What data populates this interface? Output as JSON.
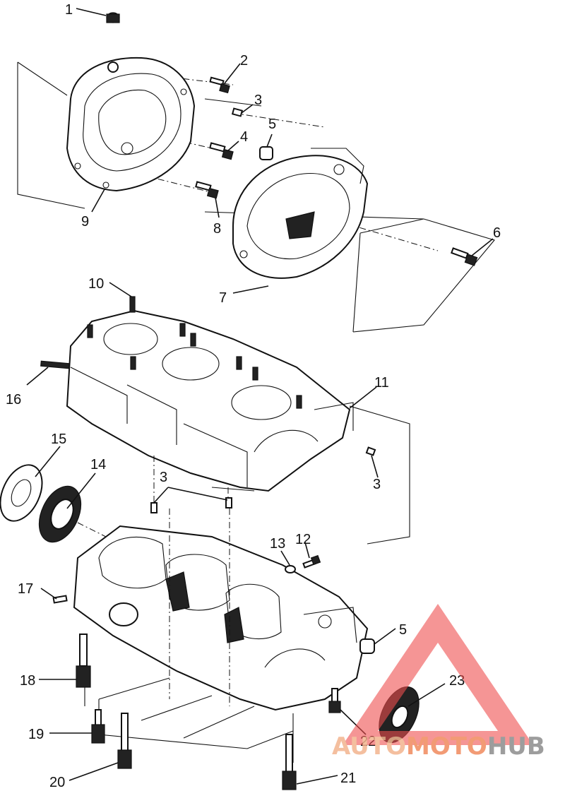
{
  "diagram": {
    "callouts": [
      "1",
      "2",
      "3",
      "4",
      "5",
      "6",
      "7",
      "8",
      "9",
      "10",
      "11",
      "3",
      "3",
      "12",
      "13",
      "14",
      "15",
      "16",
      "17",
      "18",
      "19",
      "20",
      "21",
      "22",
      "23",
      "5"
    ]
  },
  "watermark": {
    "part1": "AUTO",
    "part2": "MOTO",
    "part3": "HUB",
    "colors": {
      "auto": "#f3b48f",
      "moto": "#f08a5d",
      "hub": "#8c8c8c",
      "triangle": "#ef4e4e"
    }
  }
}
